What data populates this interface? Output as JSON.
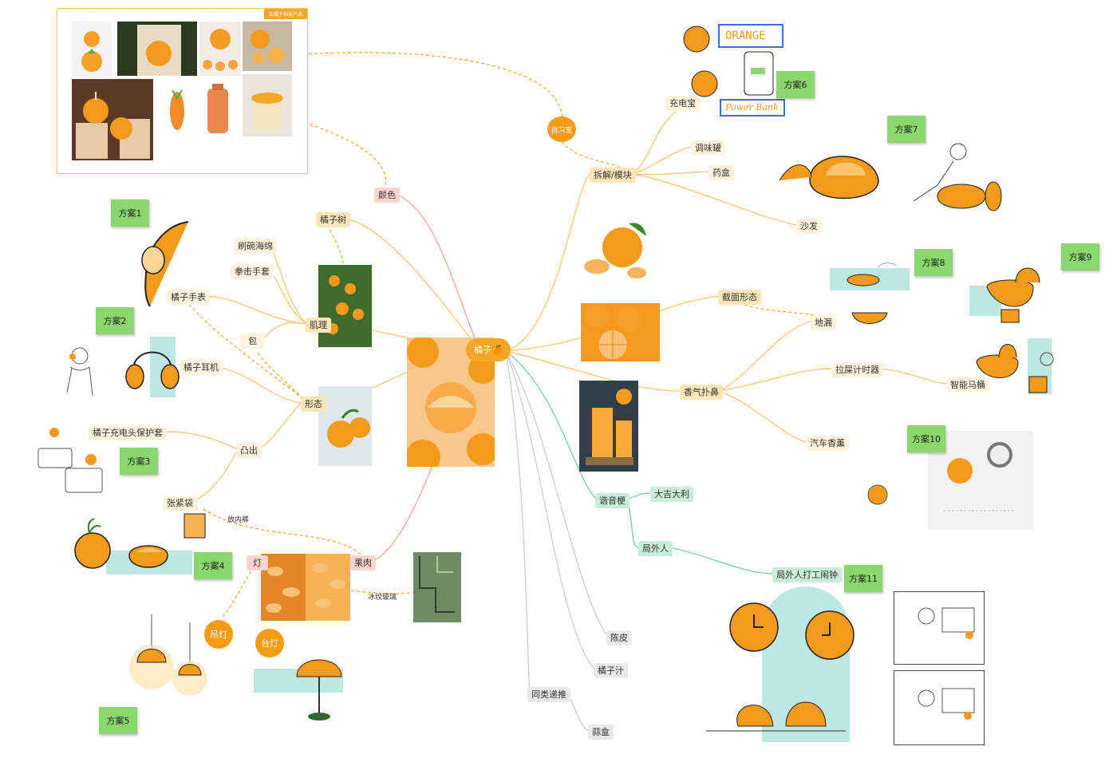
{
  "root": {
    "label": "橘子🍊"
  },
  "panel": {
    "tag": "买橘子相关产品"
  },
  "nodes": {
    "color": "颜色",
    "tree": "橘子树",
    "sponge": "刷碗海绵",
    "glove": "拳击手套",
    "texture": "肌理",
    "bag": "包",
    "watch": "橘子手表",
    "headphone": "橘子耳机",
    "shape": "形态",
    "charger_case": "橘子充电头保护套",
    "bump": "凸出",
    "tension": "张紧袋",
    "underwear": "放内裤",
    "lamp": "灯",
    "flesh": "果肉",
    "ice_glass": "冰纹玻璃",
    "pendant_lamp": "吊灯",
    "desk_lamp": "台灯",
    "study_room": "自习室",
    "power_bank": "充电宝",
    "seasoning": "调味罐",
    "pillbox": "药盒",
    "disassemble": "拆解/模块",
    "sofa": "沙发",
    "section": "截面形态",
    "drain": "地漏",
    "poop_timer": "拉屎计时器",
    "smart_toilet": "智能马桶",
    "aroma": "香气扑鼻",
    "car_fragrance": "汽车香薰",
    "pun": "谐音梗",
    "luck": "大吉大利",
    "outsider": "局外人",
    "outsider_clock": "局外人打工闹钟",
    "peel": "陈皮",
    "juice": "橘子汁",
    "analogy": "同类递推",
    "garlic_box": "蒜盒"
  },
  "stickies": [
    "方案1",
    "方案2",
    "方案3",
    "方案4",
    "方案5",
    "方案6",
    "方案7",
    "方案8",
    "方案9",
    "方案10",
    "方案11"
  ],
  "sketch_text": {
    "orange_word": "ORANGE",
    "power_bank_word": "Power Bank"
  },
  "colors": {
    "orange": "#f59b16",
    "sticky": "#8bd66d",
    "teal": "#bde8e0",
    "edge_orange": "#f8c97a",
    "edge_pink": "#f2a9a0",
    "edge_green": "#7fcfb0",
    "edge_gray": "#cfcfcf"
  }
}
